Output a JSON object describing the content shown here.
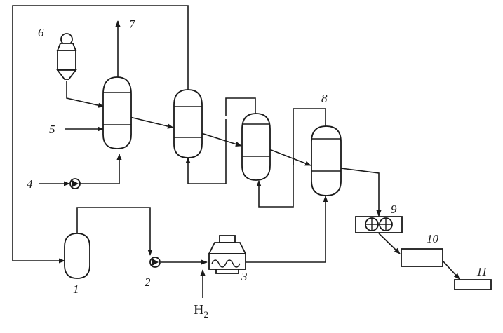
{
  "labels": {
    "l1": "1",
    "l2": "2",
    "l3": "3",
    "l4": "4",
    "l5": "5",
    "l6": "6",
    "l7": "7",
    "l8": "8",
    "l9": "9",
    "l10": "10",
    "l11": "11",
    "h2_main": "H",
    "h2_sub": "2"
  }
}
